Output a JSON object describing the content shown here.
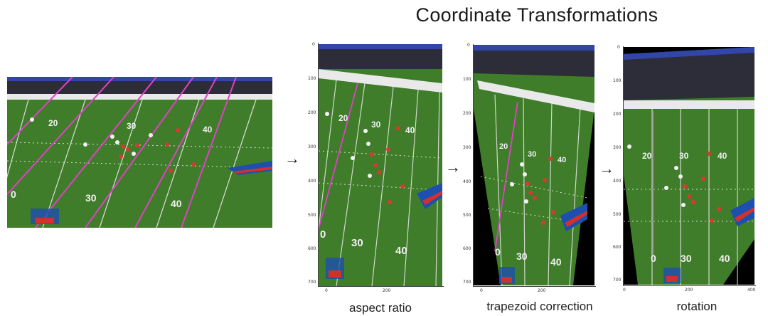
{
  "title": "Coordinate Transformations",
  "arrows": [
    "→",
    "→",
    "→"
  ],
  "captions": {
    "aspect": "aspect ratio",
    "trapezoid": "trapezoid correction",
    "rotation": "rotation"
  },
  "yard_numbers": {
    "original": [
      "20",
      "30",
      "40",
      "0",
      "30",
      "40"
    ],
    "aspect": [
      "20",
      "30",
      "40",
      "0",
      "30",
      "40"
    ],
    "trapezoid": [
      "20",
      "30",
      "40",
      "0",
      "30",
      "40"
    ],
    "rotation": [
      "20",
      "30",
      "40",
      "0",
      "30",
      "40"
    ]
  },
  "axis_ticks": {
    "aspect": {
      "y": [
        "0",
        "100",
        "200",
        "300",
        "400",
        "500",
        "600",
        "700"
      ],
      "x": [
        "0",
        "200"
      ]
    },
    "trapezoid": {
      "y": [
        "0",
        "100",
        "200",
        "300",
        "400",
        "500",
        "600",
        "700"
      ],
      "x": [
        "0",
        "200"
      ]
    },
    "rotation": {
      "y": [
        "0",
        "100",
        "200",
        "300",
        "400",
        "500",
        "600",
        "700"
      ],
      "x": [
        "0",
        "200",
        "400"
      ]
    }
  },
  "colors": {
    "field": "#3f7d2a",
    "field_dark": "#2f6a1f",
    "overlay_line": "#e040c8",
    "player_red": "#d83a2e",
    "player_white": "#f2f2f2",
    "logo_blue": "#1d4fb0",
    "logo_red": "#d0312d"
  }
}
